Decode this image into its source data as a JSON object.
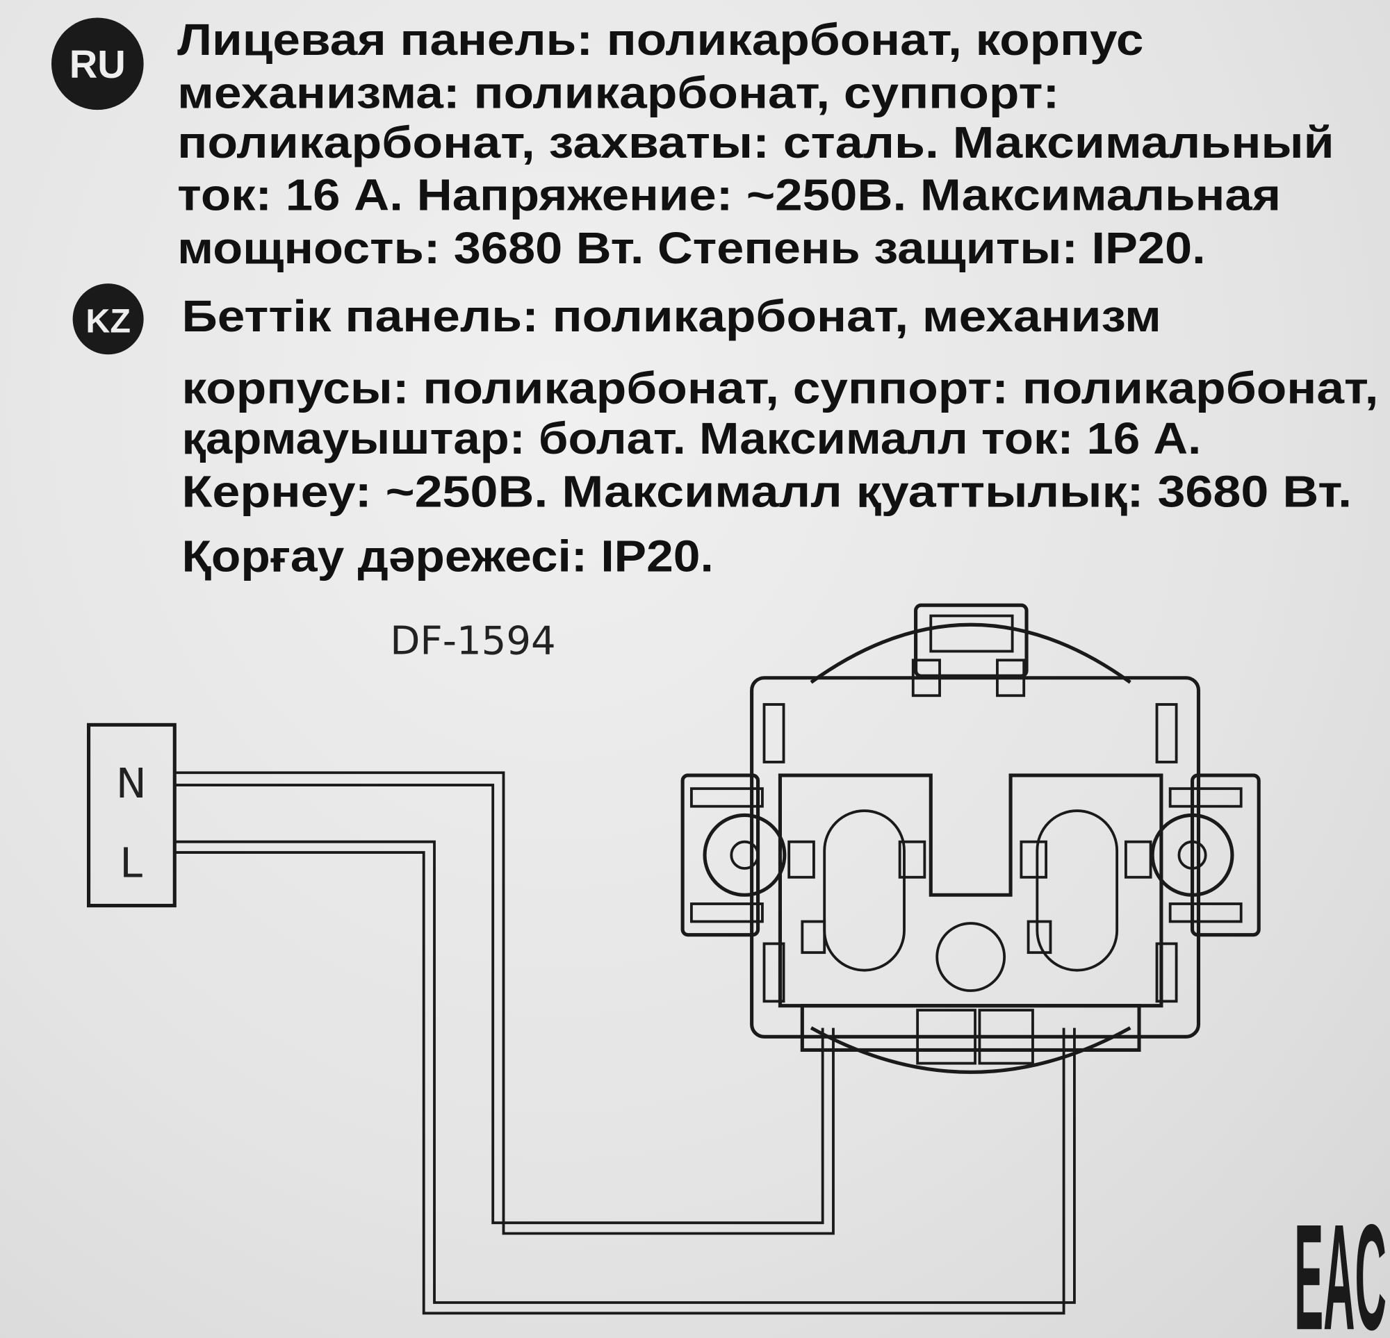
{
  "ru": {
    "badge": "RU",
    "lines": [
      "Лицевая панель: поликарбонат, корпус",
      "механизма: поликарбонат, суппорт:",
      "поликарбонат, захваты: сталь. Максимальный",
      "ток: 16 А. Напряжение: ~250В. Максимальная",
      "мощность: 3680 Вт. Степень защиты: IP20."
    ]
  },
  "kz": {
    "badge": "KZ",
    "lines": [
      "Беттік панель: поликарбонат, механизм",
      "корпусы: поликарбонат, суппорт: поликарбонат,",
      "қармауыштар: болат. Максималл ток: 16 А.",
      "Кернеу: ~250В. Максималл қуаттылық: 3680 Вт.",
      "Қорғау дәрежесі: IP20."
    ]
  },
  "diagram": {
    "model": "DF-1594",
    "terminals": [
      "N",
      "L"
    ],
    "mark": "EAC"
  }
}
